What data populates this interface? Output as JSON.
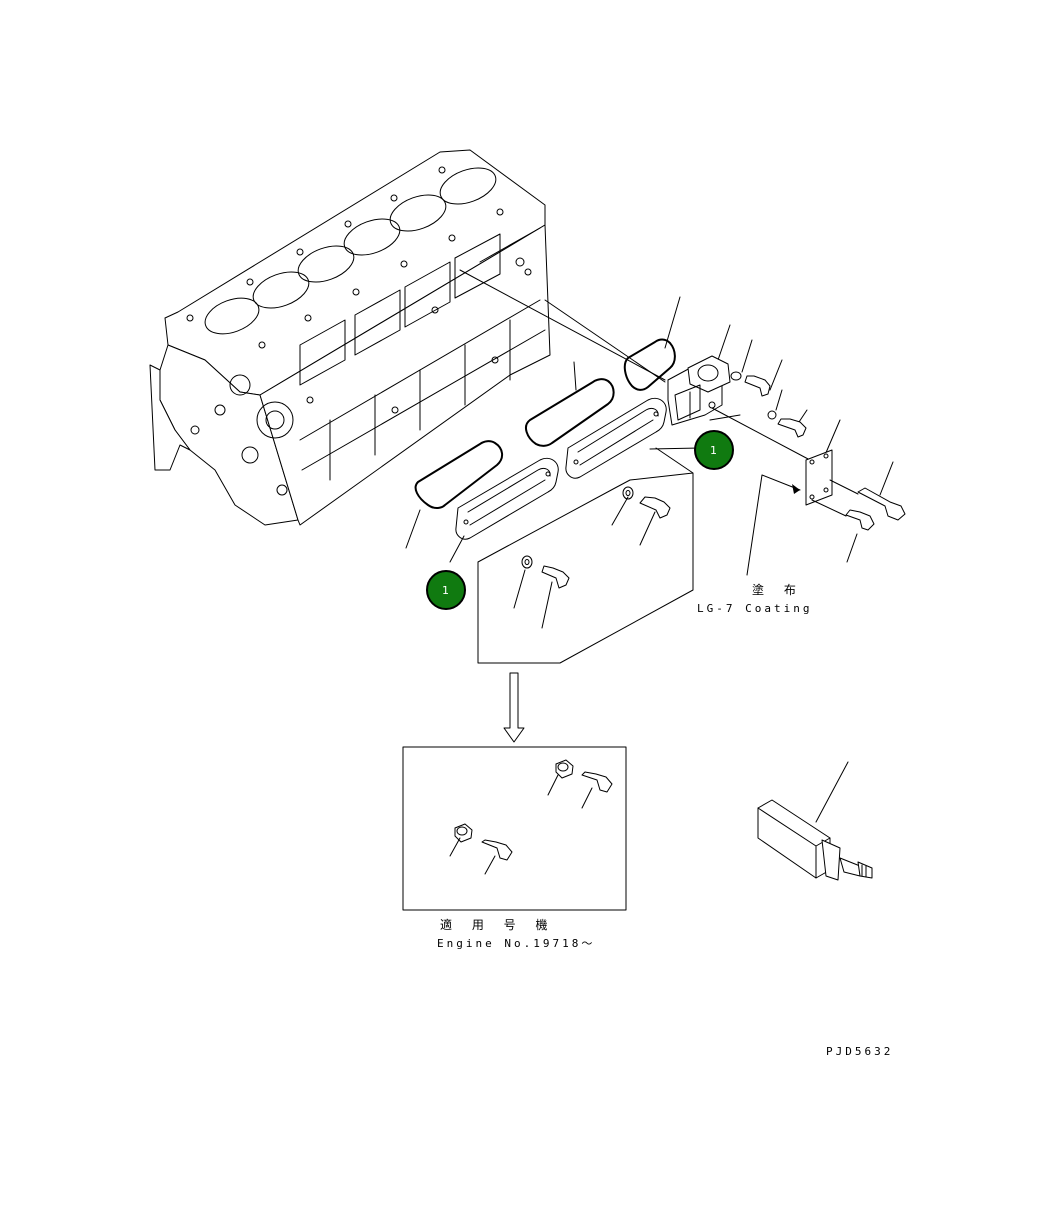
{
  "callouts": [
    {
      "number": "1",
      "color": "#107a10",
      "border": "#000000"
    },
    {
      "number": "1",
      "color": "#107a10",
      "border": "#000000"
    }
  ],
  "notes": {
    "coating_jp": "塗 布",
    "coating_en": "LG-7 Coating",
    "applicable_jp": "適 用 号 機",
    "applicable_en": "Engine No.19718～"
  },
  "drawing_code": "PJD5632",
  "icons": [
    "engine-block-drawing",
    "gasket-drawing",
    "side-cover-drawing",
    "bolt-drawing",
    "washer-drawing",
    "elbow-drawing",
    "plate-drawing",
    "down-arrow-icon",
    "tool-drawing"
  ]
}
